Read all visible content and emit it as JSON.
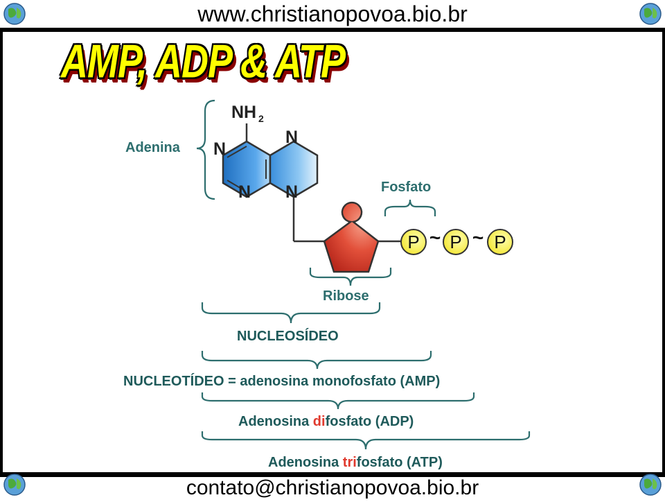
{
  "header": {
    "url": "www.christianopovoa.bio.br"
  },
  "footer": {
    "email": "contato@christianopovoa.bio.br"
  },
  "title": "AMP, ADP & ATP",
  "molecule": {
    "nh2": "NH",
    "nh2_sub": "2",
    "n_top": "N",
    "n_left": "N",
    "n_bottom_left": "N",
    "n_bottom_right": "N",
    "phosphate_symbol": "P",
    "bond": "~"
  },
  "labels": {
    "adenina": "Adenina",
    "fosfato": "Fosfato",
    "ribose": "Ribose",
    "nucleosideo": "NUCLEOSÍDEO",
    "nucleotideo": "NUCLEOTÍDEO = adenosina monofosfato (AMP)",
    "adp_prefix": "Adenosina ",
    "adp_highlight": "di",
    "adp_suffix": "fosfato (ADP)",
    "atp_prefix": "Adenosina ",
    "atp_highlight": "tri",
    "atp_suffix": "fosfato (ATP)"
  },
  "colors": {
    "label_text": "#2d6e6e",
    "highlight": "#e03a2e",
    "phosphate_fill": "#ffff44",
    "ribose_fill": "#d9392b",
    "adenine_fill": "#3a8fdc",
    "title_fill": "#ffff00"
  },
  "icons": [
    "globe-logo-icon",
    "globe-logo-icon",
    "globe-logo-icon",
    "globe-logo-icon"
  ]
}
